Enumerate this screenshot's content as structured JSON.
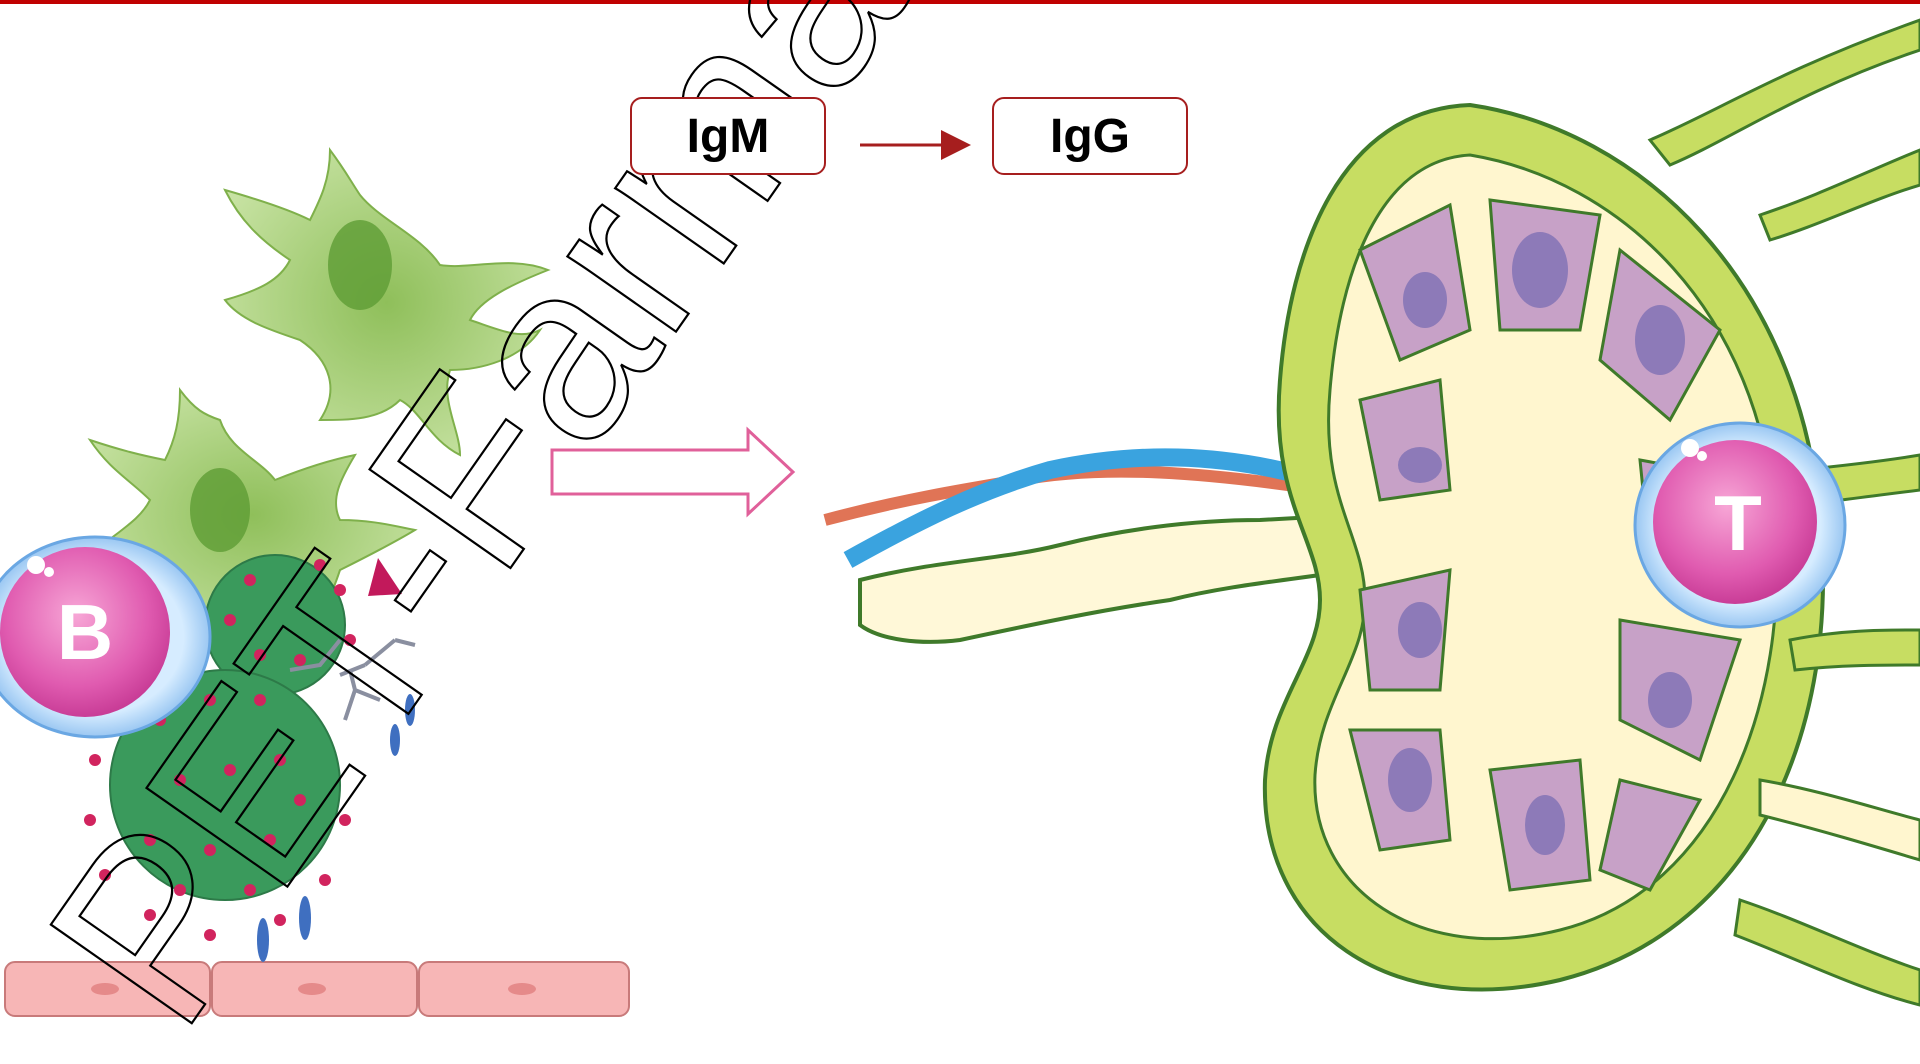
{
  "slide": {
    "accent_color": "#c00000",
    "antibody_switch": {
      "from_label": "IgM",
      "to_label": "IgG",
      "arrow_color": "#a61e1e"
    },
    "b_cell_label": "B",
    "t_cell_label": "T",
    "watermark_text": "PET-Farmácia UFPB"
  }
}
